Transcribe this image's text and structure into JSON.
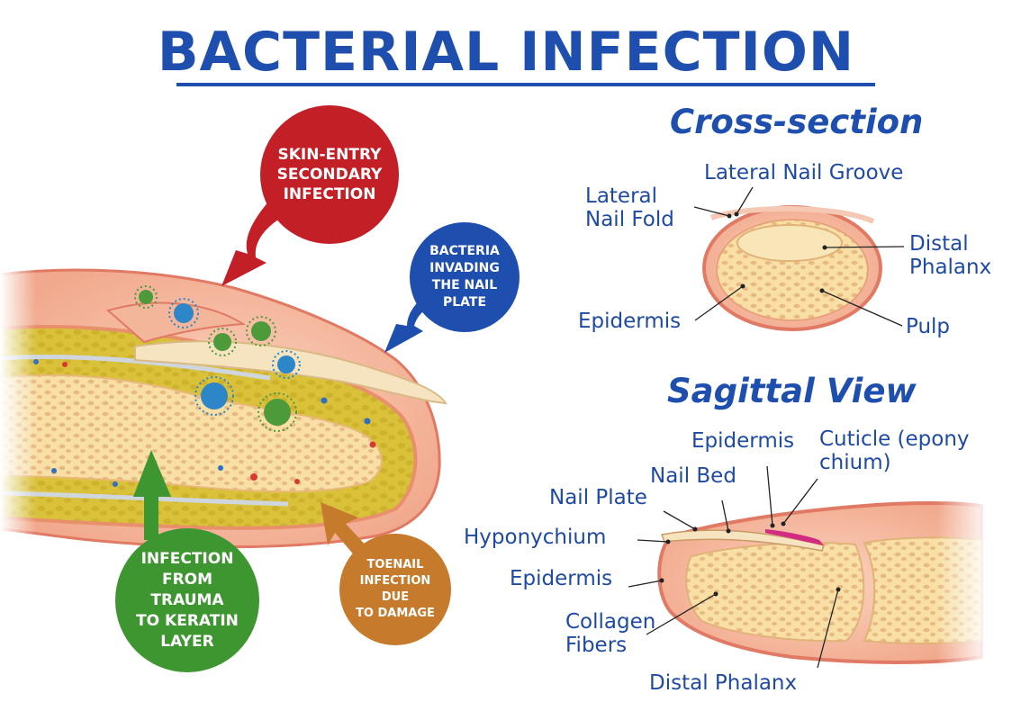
{
  "title": "BACTERIAL INFECTION",
  "cross_section": {
    "heading": "Cross-section",
    "labels": {
      "lateral_nail_groove": "Lateral Nail Groove",
      "lateral_nail_fold": "Lateral\nNail Fold",
      "distal_phalanx": "Distal\nPhalanx",
      "pulp": "Pulp",
      "epidermis": "Epidermis"
    }
  },
  "sagittal_view": {
    "heading": "Sagittal View",
    "labels": {
      "epidermis_top": "Epidermis",
      "cuticle": "Cuticle (epony\nchium)",
      "nail_bed": "Nail Bed",
      "nail_plate": "Nail Plate",
      "hyponychium": "Hyponychium",
      "epidermis_lower": "Epidermis",
      "collagen_fibers": "Collagen\nFibers",
      "distal_phalanx": "Distal Phalanx"
    }
  },
  "infection_causes": {
    "skin_entry": "SKIN-ENTRY\nSECONDARY\nINFECTION",
    "bacteria_invading": "BACTERIA\nINVADING\nTHE NAIL\nPLATE",
    "trauma": "INFECTION\nFROM\nTRAUMA\nTO KERATIN\nLAYER",
    "toenail_damage": "TOENAIL\nINFECTION\nDUE\nTO DAMAGE"
  },
  "colors": {
    "title_blue": "#1e4fae",
    "red": "#c21f26",
    "blue": "#1f4fae",
    "green": "#3d962f",
    "orange": "#c67a2c",
    "skin": "#f2a98d",
    "fat": "#d9c23a",
    "bone": "#f7dfa6"
  }
}
